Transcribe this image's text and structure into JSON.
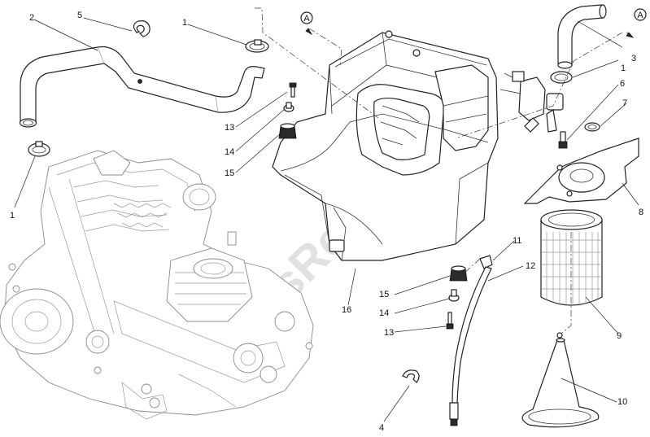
{
  "diagram": {
    "watermark": "PartsRepublik",
    "callouts": {
      "c1_top": "1",
      "c1_left": "1",
      "c1_right": "1",
      "c2": "2",
      "c3": "3",
      "c4": "4",
      "c5": "5",
      "c6": "6",
      "c7": "7",
      "c8": "8",
      "c9": "9",
      "c10": "10",
      "c11": "11",
      "c12": "12",
      "c13_upper": "13",
      "c13_lower": "13",
      "c14_upper": "14",
      "c14_lower": "14",
      "c15_upper": "15",
      "c15_lower": "15",
      "c16": "16"
    },
    "refs": {
      "a_top": "A",
      "a_right": "A"
    }
  }
}
